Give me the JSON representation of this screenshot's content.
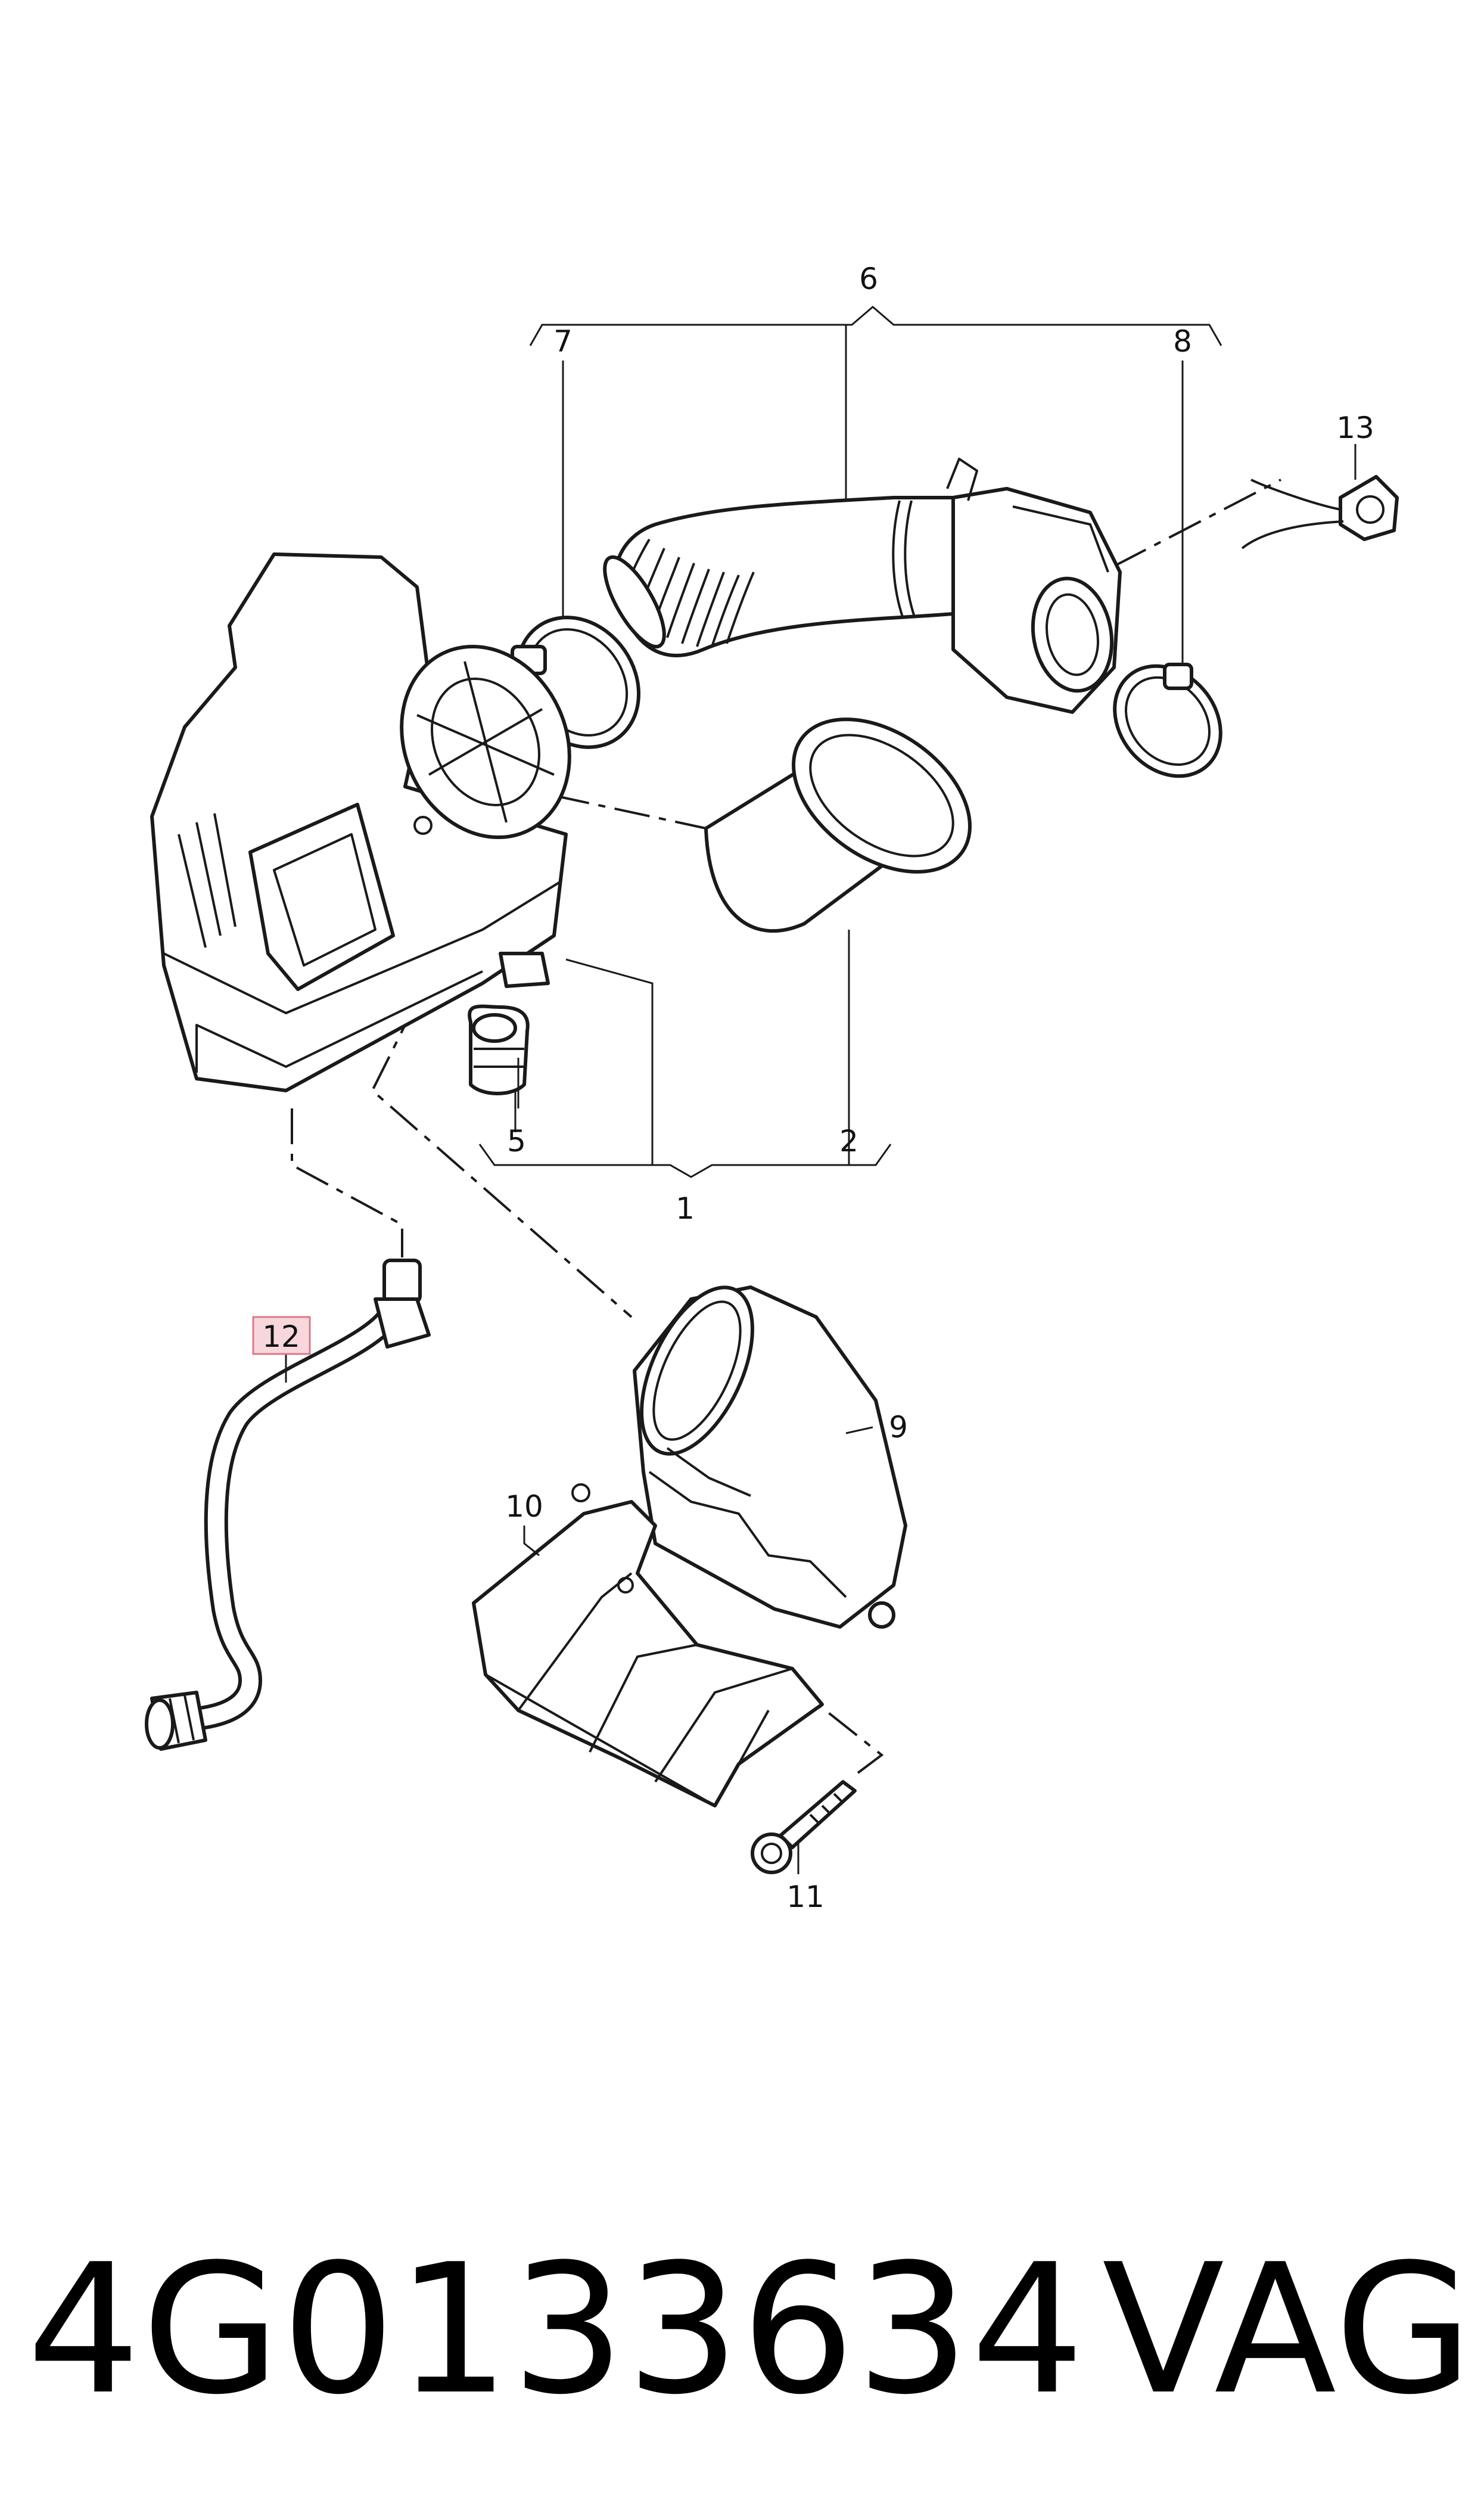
{
  "callouts": {
    "c1": "1",
    "c2": "2",
    "c5": "5",
    "c6": "6",
    "c7": "7",
    "c8": "8",
    "c9": "9",
    "c10": "10",
    "c11": "11",
    "c12": "12",
    "c13": "13"
  },
  "highlight": {
    "callout": "12",
    "fill": "#f7d7dc",
    "border": "#e07785"
  },
  "footer": {
    "part_number": "4G0133634",
    "brand": "VAG"
  }
}
